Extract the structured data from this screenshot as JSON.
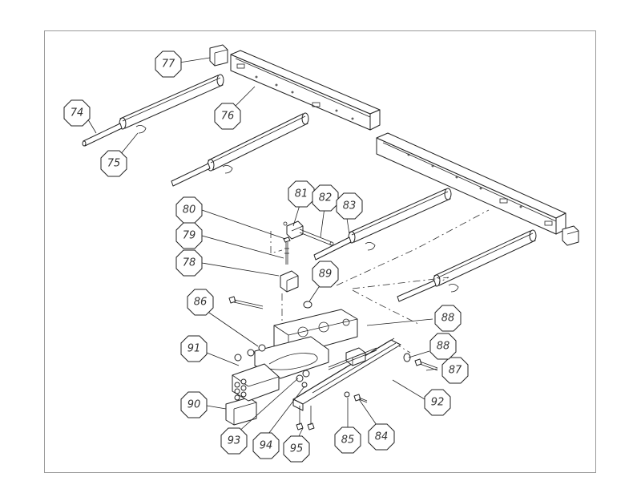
{
  "diagram": {
    "callouts": [
      {
        "id": "c74",
        "label": "74"
      },
      {
        "id": "c75",
        "label": "75"
      },
      {
        "id": "c76",
        "label": "76"
      },
      {
        "id": "c77",
        "label": "77"
      },
      {
        "id": "c78",
        "label": "78"
      },
      {
        "id": "c79",
        "label": "79"
      },
      {
        "id": "c80",
        "label": "80"
      },
      {
        "id": "c81",
        "label": "81"
      },
      {
        "id": "c82",
        "label": "82"
      },
      {
        "id": "c83",
        "label": "83"
      },
      {
        "id": "c84",
        "label": "84"
      },
      {
        "id": "c85",
        "label": "85"
      },
      {
        "id": "c86",
        "label": "86"
      },
      {
        "id": "c87",
        "label": "87"
      },
      {
        "id": "c88a",
        "label": "88"
      },
      {
        "id": "c88b",
        "label": "88"
      },
      {
        "id": "c89",
        "label": "89"
      },
      {
        "id": "c90",
        "label": "90"
      },
      {
        "id": "c91",
        "label": "91"
      },
      {
        "id": "c92",
        "label": "92"
      },
      {
        "id": "c93",
        "label": "93"
      },
      {
        "id": "c94",
        "label": "94"
      },
      {
        "id": "c95",
        "label": "95"
      }
    ]
  }
}
